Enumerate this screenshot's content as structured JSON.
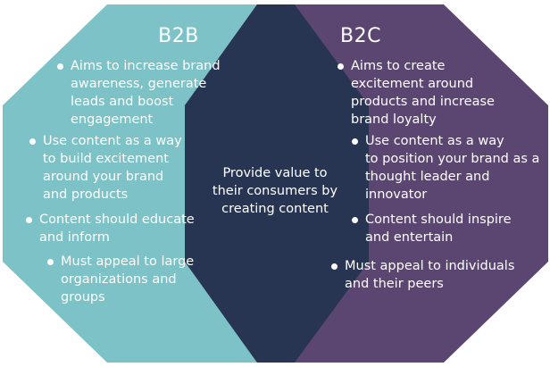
{
  "colors": {
    "b2b_fill": "#7cc2c7",
    "b2c_fill": "#5b4672",
    "overlap_fill": "#283552",
    "text": "#ffffff"
  },
  "left": {
    "title": "B2B",
    "bullets": [
      "Aims to increase brand\nawareness, generate\nleads and boost\nengagement",
      "Use content as a way\nto build excitement\naround your brand\nand products",
      "Content should educate\nand inform",
      "Must appeal to large\norganizations and\ngroups"
    ]
  },
  "right": {
    "title": "B2C",
    "bullets": [
      "Aims to create\nexcitement around\nproducts and increase\nbrand loyalty",
      "Use content as a way\nto position your brand as a\nthought leader and\ninnovator",
      "Content should inspire\nand entertain",
      "Must appeal to individuals\nand their peers"
    ]
  },
  "center": {
    "text": "Provide value to\ntheir consumers by\ncreating content"
  }
}
